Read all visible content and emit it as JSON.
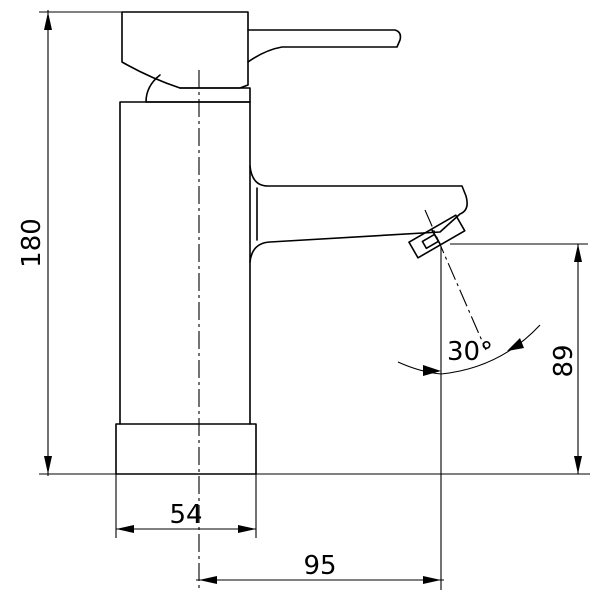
{
  "dimensions": {
    "height": "180",
    "spout_height": "89",
    "base_width": "54",
    "reach": "95",
    "swivel_angle": "30°"
  },
  "colors": {
    "line": "#000000",
    "background": "#ffffff"
  }
}
